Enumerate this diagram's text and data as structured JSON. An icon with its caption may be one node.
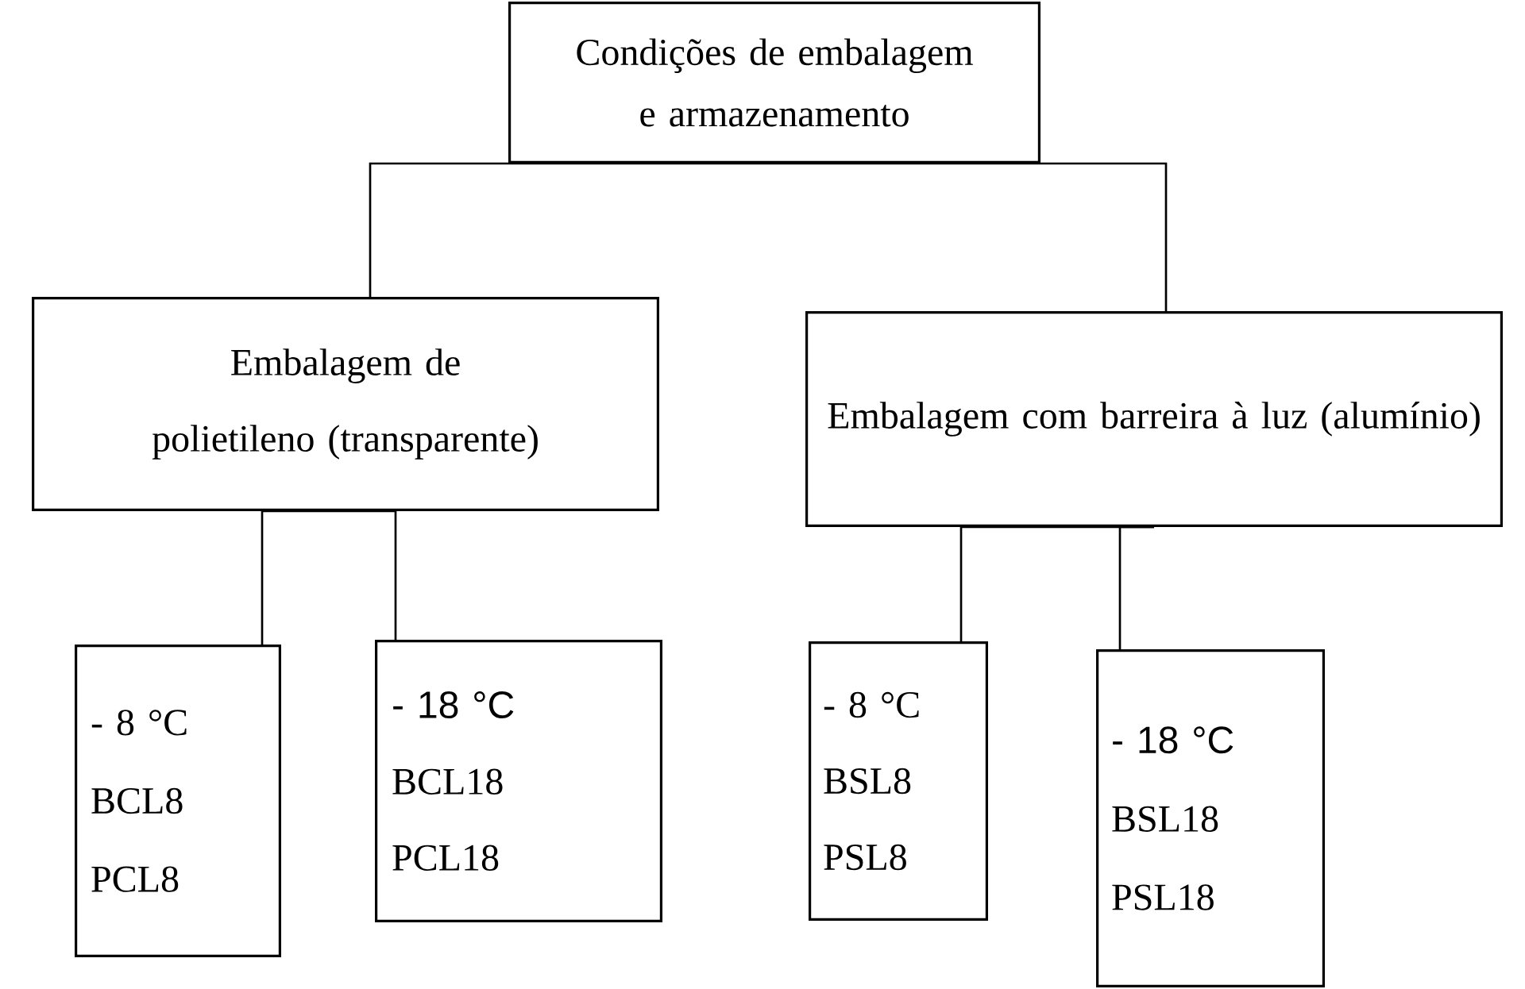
{
  "diagram": {
    "nodes": [
      {
        "text": [
          "Condições de embalagem e armazenamento"
        ]
      },
      {
        "text": [
          "Embalagem de polietileno (transparente)"
        ]
      },
      {
        "text": [
          "Embalagem com barreira à luz (alumínio)"
        ]
      },
      {
        "text": [
          "- 8 °C",
          "BCL8",
          "PCL8"
        ]
      },
      {
        "text": [
          "- 18 °C",
          "BCL18",
          "PCL18"
        ]
      },
      {
        "text": [
          "- 8 °C",
          "BSL8",
          "PSL8"
        ]
      },
      {
        "text": [
          "- 18 °C",
          "BSL18",
          "PSL18"
        ]
      }
    ],
    "edges": [
      {
        "from": 0,
        "to": 1,
        "arrow": "none"
      },
      {
        "from": 0,
        "to": 2,
        "arrow": "none"
      },
      {
        "from": 1,
        "to": 3,
        "arrow": "none"
      },
      {
        "from": 1,
        "to": 4,
        "arrow": "none"
      },
      {
        "from": 2,
        "to": 5,
        "arrow": "none"
      },
      {
        "from": 2,
        "to": 6,
        "arrow": "none"
      }
    ]
  }
}
